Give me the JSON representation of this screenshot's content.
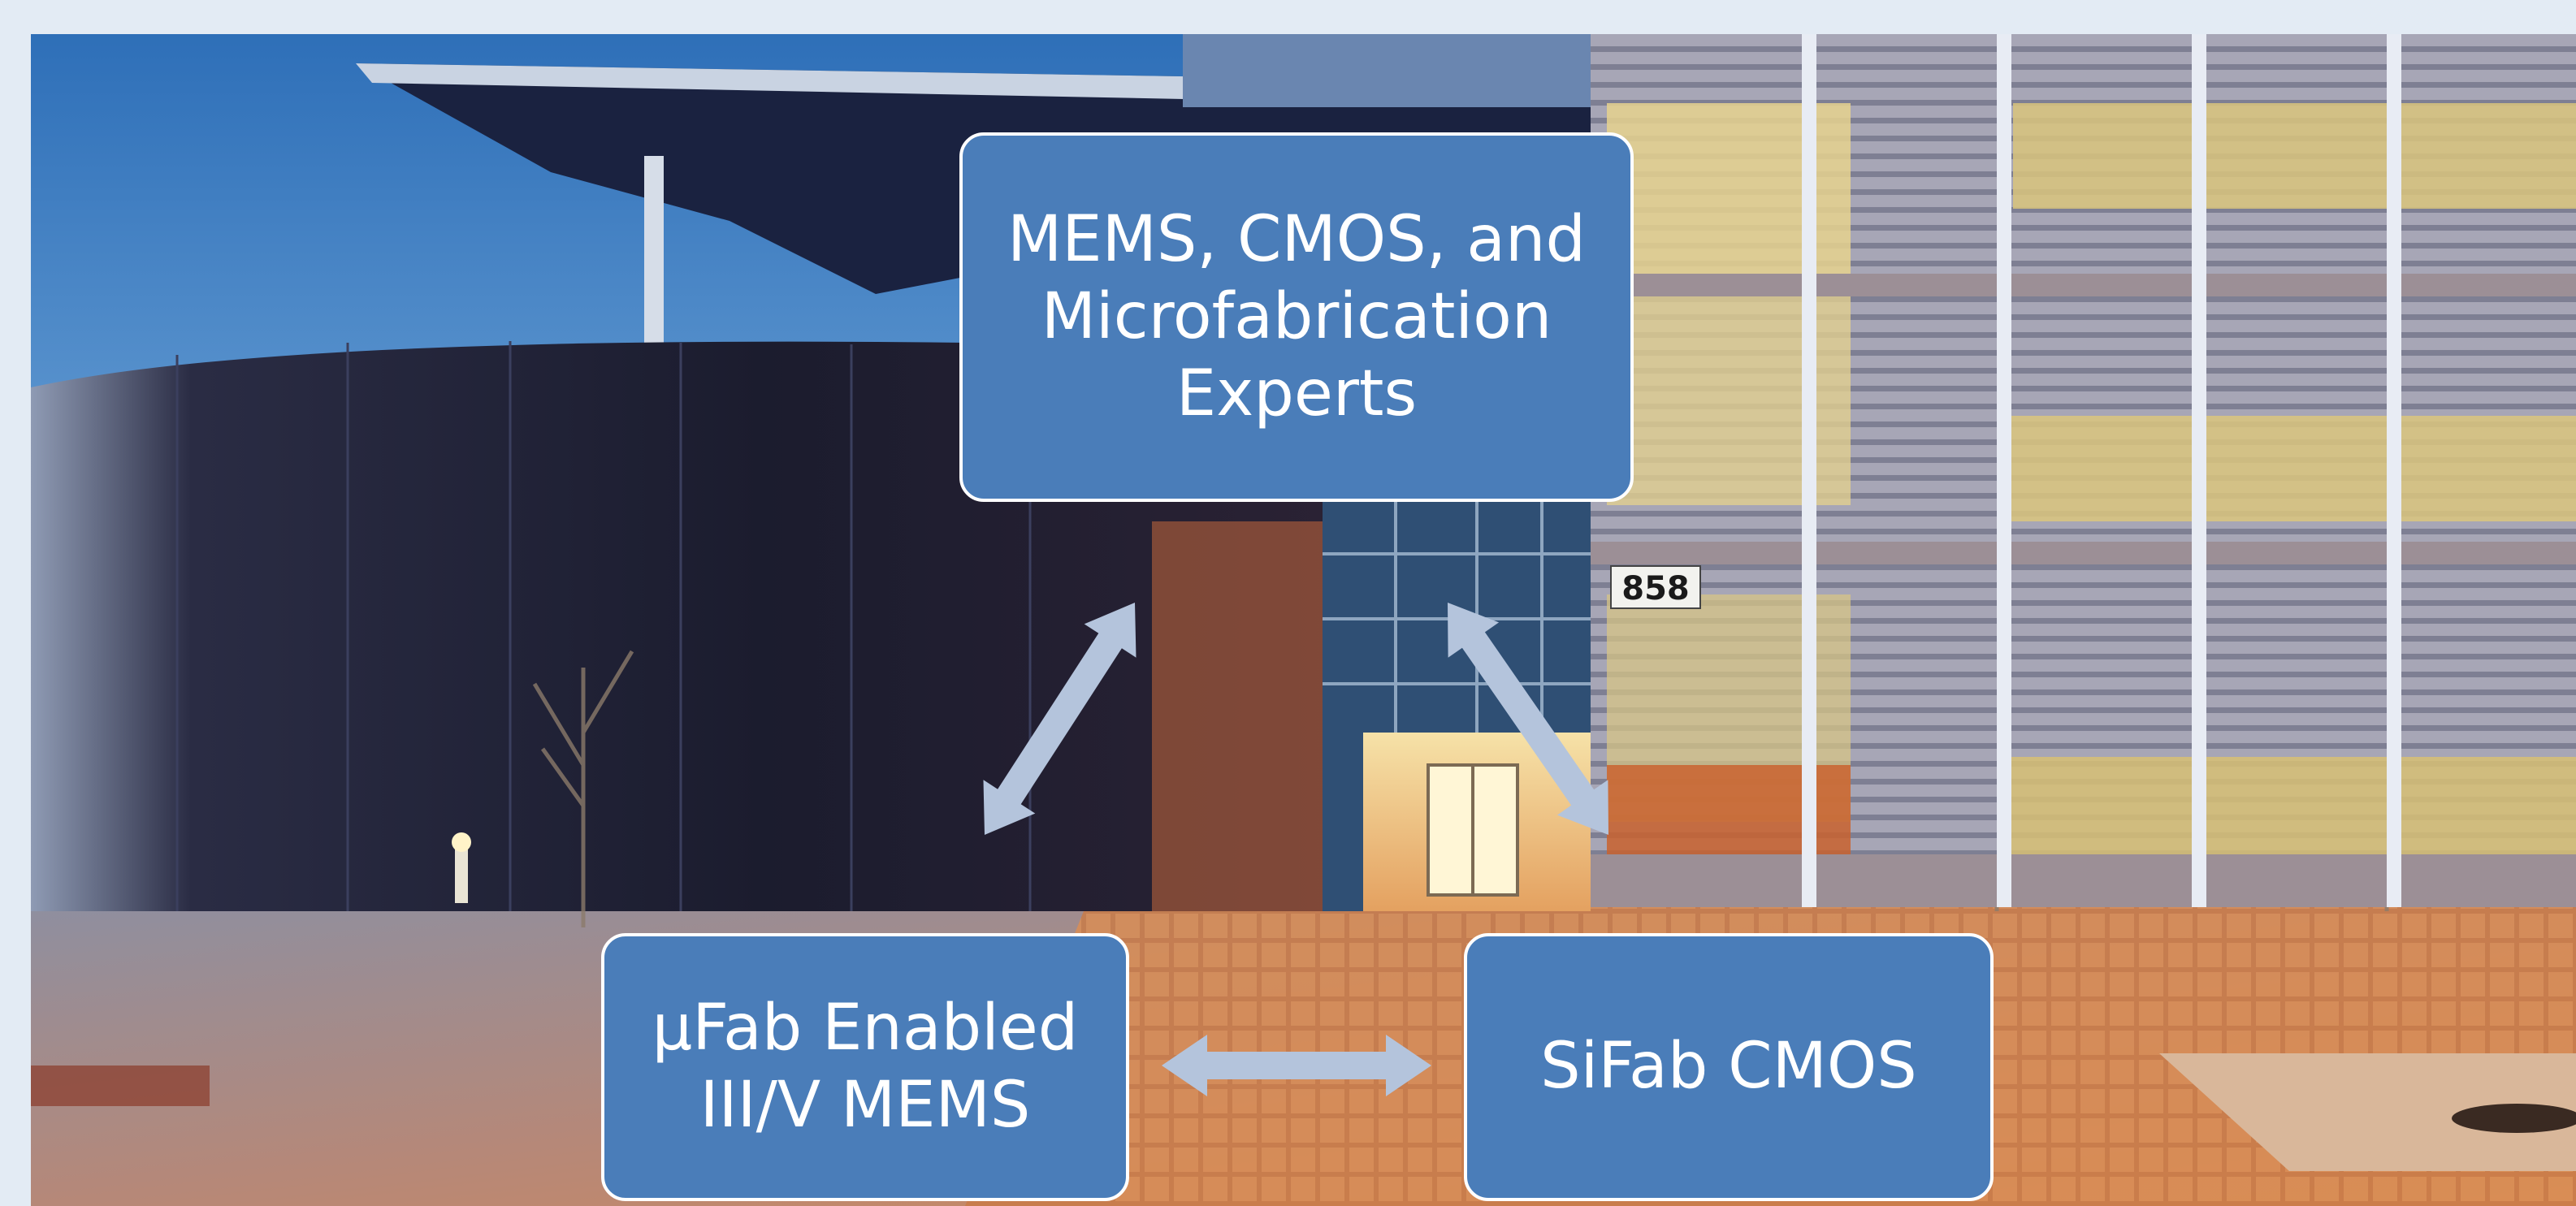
{
  "diagram": {
    "nodes": [
      {
        "id": "top",
        "label": "MEMS, CMOS, and\nMicrofabrication\nExperts"
      },
      {
        "id": "left",
        "label": "µFab Enabled\nIII/V MEMS"
      },
      {
        "id": "right",
        "label": "SiFab CMOS"
      }
    ],
    "edges": [
      {
        "from": "top",
        "to": "left",
        "type": "bidirectional"
      },
      {
        "from": "top",
        "to": "right",
        "type": "bidirectional"
      },
      {
        "from": "left",
        "to": "right",
        "type": "bidirectional"
      }
    ],
    "box_color": "#4a7db9",
    "arrow_color": "#b4c4dc"
  },
  "background": {
    "building_number": "858"
  }
}
